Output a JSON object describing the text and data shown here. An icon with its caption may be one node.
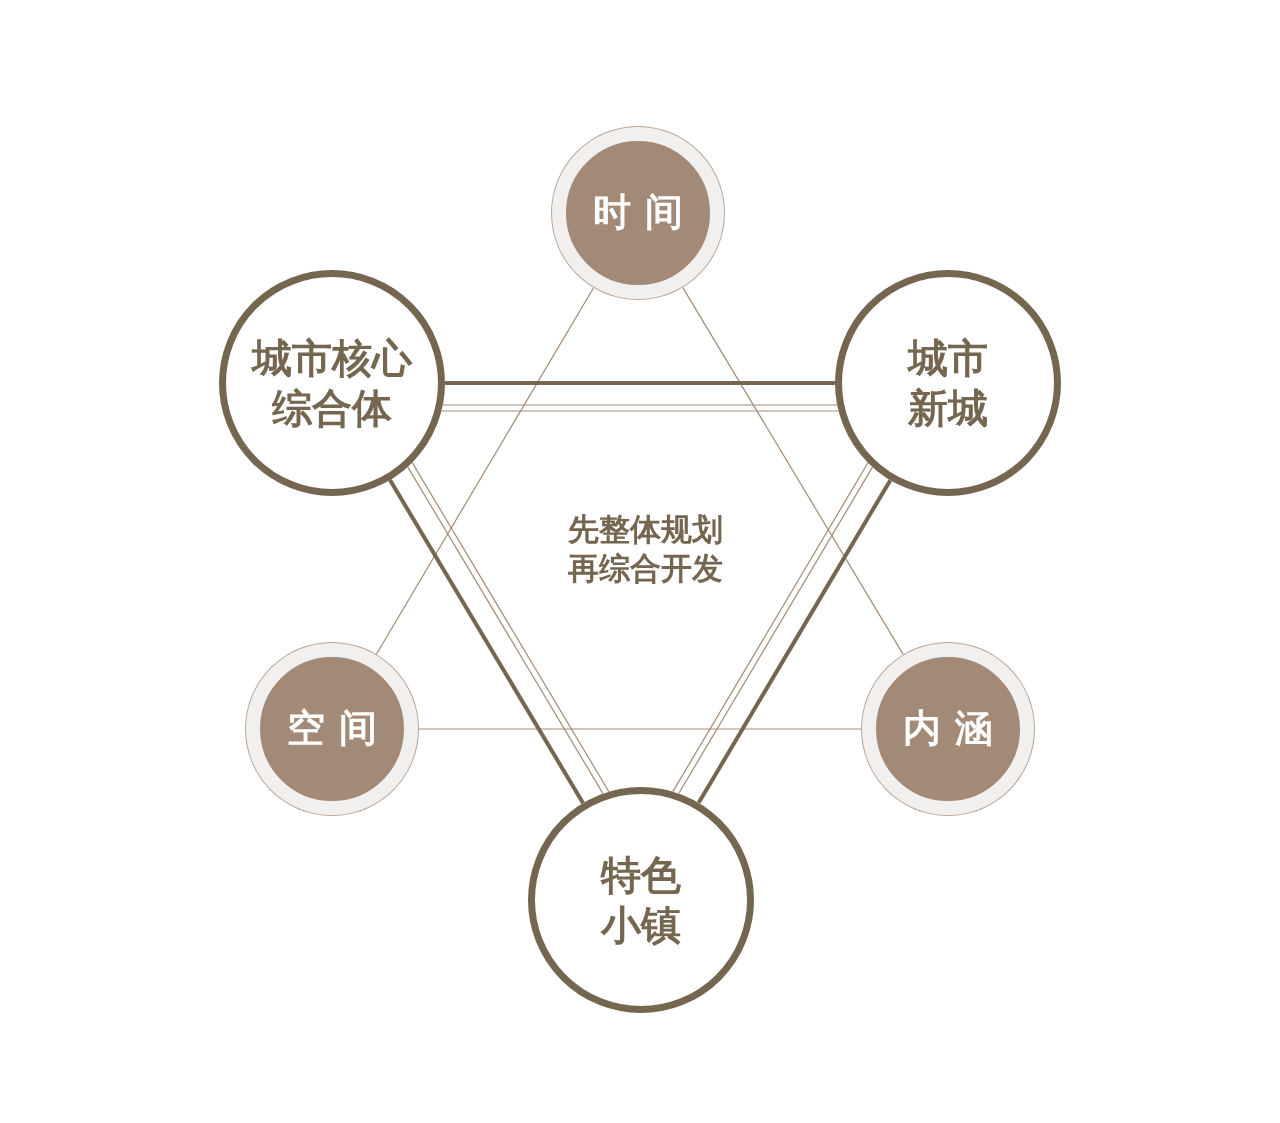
{
  "diagram": {
    "nodes": [
      {
        "text": [
          "时 间"
        ]
      },
      {
        "text": [
          "城市核心综合体"
        ]
      },
      {
        "text": [
          "城市新城"
        ]
      },
      {
        "text": [
          "空 间"
        ]
      },
      {
        "text": [
          "内 涵"
        ]
      },
      {
        "text": [
          "特色小镇"
        ]
      }
    ],
    "edges": [
      {
        "from": 0,
        "to": 3,
        "arrow": "none"
      },
      {
        "from": 0,
        "to": 4,
        "arrow": "none"
      },
      {
        "from": 3,
        "to": 4,
        "arrow": "none"
      },
      {
        "from": 1,
        "to": 2,
        "arrow": "none",
        "style": "thick",
        "color": "#75664f"
      },
      {
        "from": 1,
        "to": 5,
        "arrow": "none",
        "style": "thick",
        "color": "#75664f"
      },
      {
        "from": 2,
        "to": 5,
        "arrow": "none",
        "style": "thick",
        "color": "#75664f"
      },
      {
        "from": 1,
        "to": 2,
        "arrow": "none"
      },
      {
        "from": 1,
        "to": 2,
        "arrow": "none"
      },
      {
        "from": 1,
        "to": 5,
        "arrow": "none"
      },
      {
        "from": 1,
        "to": 5,
        "arrow": "none"
      },
      {
        "from": 2,
        "to": 5,
        "arrow": "none"
      },
      {
        "from": 2,
        "to": 5,
        "arrow": "none"
      }
    ],
    "labels": [
      "先整体规划再综合开发"
    ]
  }
}
